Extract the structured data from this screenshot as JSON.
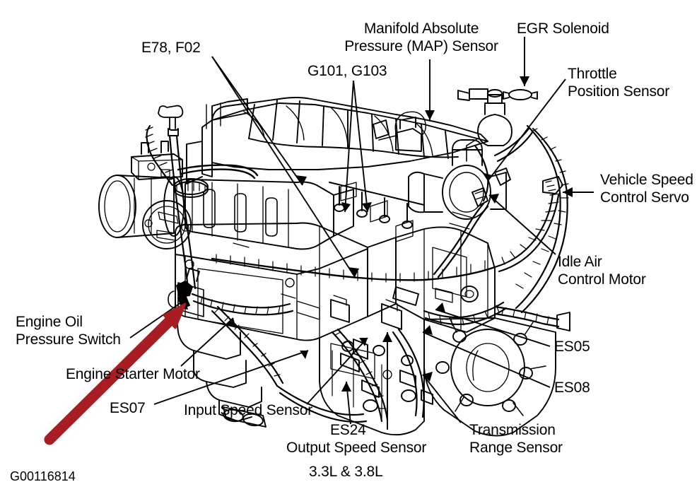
{
  "document": {
    "title": "Engine Component Location Diagram",
    "figure_code": "G00116814",
    "engine_note": "3.3L & 3.8L",
    "background_color": "#ffffff",
    "line_color": "#000000",
    "highlight_arrow_color": "#A81C24"
  },
  "labels": {
    "e78_f02": "E78, F02",
    "map_sensor_l1": "Manifold Absolute",
    "map_sensor_l2": "Pressure (MAP) Sensor",
    "g101_g103": "G101, G103",
    "egr_solenoid": "EGR Solenoid",
    "throttle_position_l1": "Throttle",
    "throttle_position_l2": "Position Sensor",
    "vehicle_speed_l1": "Vehicle Speed",
    "vehicle_speed_l2": "Control Servo",
    "idle_air_l1": "Idle Air",
    "idle_air_l2": "Control Motor",
    "es05": "ES05",
    "es08": "ES08",
    "engine_oil_l1": "Engine Oil",
    "engine_oil_l2": "Pressure Switch",
    "engine_starter_motor": "Engine Starter Motor",
    "es07": "ES07",
    "input_speed_sensor": "Input Speed Sensor",
    "es24": "ES24",
    "output_speed_sensor": "Output Speed Sensor",
    "transmission_range_l1": "Transmission",
    "transmission_range_l2": "Range Sensor",
    "engine_size": "3.3L & 3.8L",
    "figure_id": "G00116814"
  },
  "components": [
    {
      "name": "E78, F02",
      "kind": "connector-pair"
    },
    {
      "name": "Manifold Absolute Pressure (MAP) Sensor",
      "kind": "sensor"
    },
    {
      "name": "G101, G103",
      "kind": "ground-pair"
    },
    {
      "name": "EGR Solenoid",
      "kind": "solenoid"
    },
    {
      "name": "Throttle Position Sensor",
      "kind": "sensor"
    },
    {
      "name": "Vehicle Speed Control Servo",
      "kind": "servo"
    },
    {
      "name": "Idle Air Control Motor",
      "kind": "motor"
    },
    {
      "name": "ES05",
      "kind": "splice"
    },
    {
      "name": "ES08",
      "kind": "splice"
    },
    {
      "name": "Engine Oil Pressure Switch",
      "kind": "switch"
    },
    {
      "name": "Engine Starter Motor",
      "kind": "motor"
    },
    {
      "name": "ES07",
      "kind": "splice"
    },
    {
      "name": "Input Speed Sensor",
      "kind": "sensor"
    },
    {
      "name": "ES24",
      "kind": "splice"
    },
    {
      "name": "Output Speed Sensor",
      "kind": "sensor"
    },
    {
      "name": "Transmission Range Sensor",
      "kind": "sensor"
    }
  ]
}
